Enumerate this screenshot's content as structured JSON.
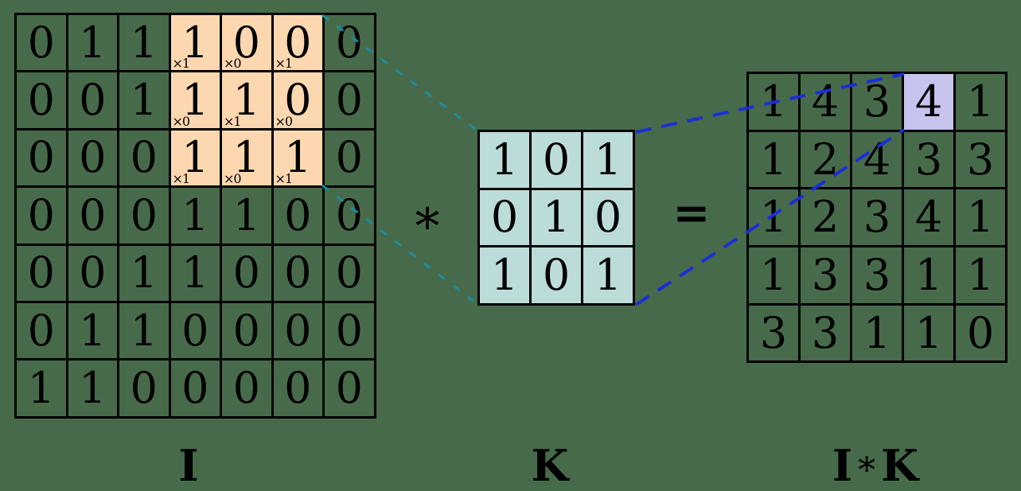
{
  "background_color": "#476b4a",
  "grid_line_color": "#000000",
  "input_matrix": {
    "label": "I",
    "rows": [
      [
        0,
        1,
        1,
        1,
        0,
        0,
        0
      ],
      [
        0,
        0,
        1,
        1,
        1,
        0,
        0
      ],
      [
        0,
        0,
        0,
        1,
        1,
        1,
        0
      ],
      [
        0,
        0,
        0,
        1,
        1,
        0,
        0
      ],
      [
        0,
        0,
        1,
        1,
        0,
        0,
        0
      ],
      [
        0,
        1,
        1,
        0,
        0,
        0,
        0
      ],
      [
        1,
        1,
        0,
        0,
        0,
        0,
        0
      ]
    ],
    "highlight": {
      "row_start": 0,
      "col_start": 3,
      "row_count": 3,
      "col_count": 3,
      "color": "#fcd7b0",
      "multipliers": [
        [
          "×1",
          "×0",
          "×1"
        ],
        [
          "×0",
          "×1",
          "×0"
        ],
        [
          "×1",
          "×0",
          "×1"
        ]
      ]
    }
  },
  "kernel_matrix": {
    "label": "K",
    "cell_color": "#bcdcda",
    "rows": [
      [
        1,
        0,
        1
      ],
      [
        0,
        1,
        0
      ],
      [
        1,
        0,
        1
      ]
    ]
  },
  "output_matrix": {
    "label_parts": {
      "left": "I",
      "operator": "*",
      "right": "K"
    },
    "rows": [
      [
        1,
        4,
        3,
        4,
        1
      ],
      [
        1,
        2,
        4,
        3,
        3
      ],
      [
        1,
        2,
        3,
        4,
        1
      ],
      [
        1,
        3,
        3,
        1,
        1
      ],
      [
        3,
        3,
        1,
        1,
        0
      ]
    ],
    "highlight": {
      "row": 0,
      "col": 3,
      "color": "#c6c3ee"
    }
  },
  "operators": {
    "convolution": "*",
    "equals": "="
  },
  "connectors": {
    "input_to_kernel_color": "#1e8c9e",
    "kernel_to_output_color": "#1c2ed6"
  }
}
